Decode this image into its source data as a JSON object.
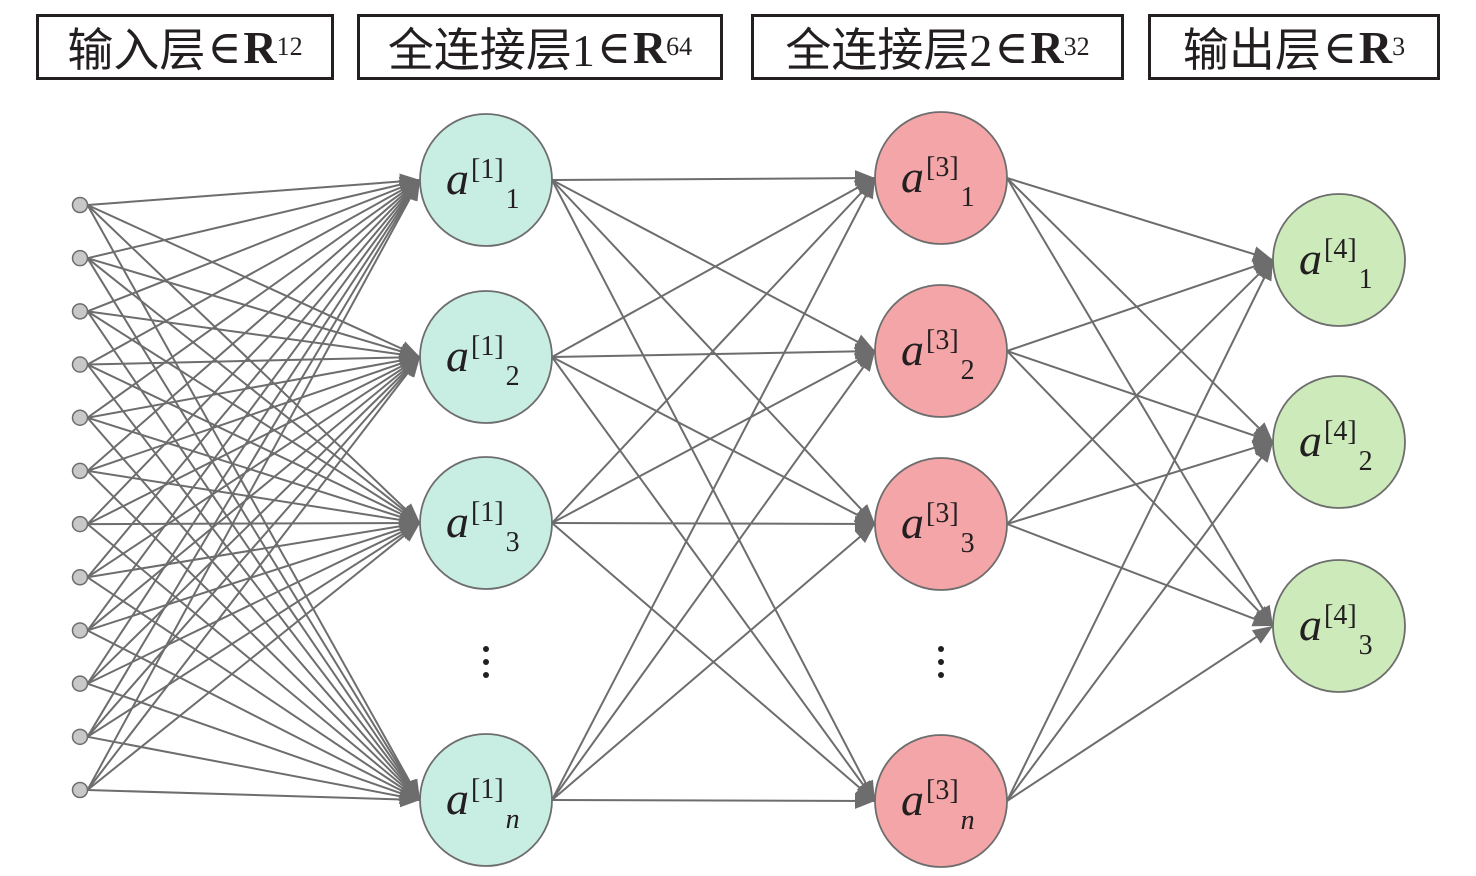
{
  "layers": [
    {
      "id": "input",
      "name": "输入层",
      "symbol": "∈",
      "space": "R",
      "dim": "12"
    },
    {
      "id": "fc1",
      "name": "全连接层1",
      "symbol": "∈",
      "space": "R",
      "dim": "64"
    },
    {
      "id": "fc2",
      "name": "全连接层2",
      "symbol": "∈",
      "space": "R",
      "dim": "32"
    },
    {
      "id": "output",
      "name": "输出层",
      "symbol": "∈",
      "space": "R",
      "dim": "3"
    }
  ],
  "network": {
    "input_node_count": 12,
    "hidden1": {
      "var": "a",
      "layer_index": "1",
      "nodes": [
        "1",
        "2",
        "3",
        "n"
      ],
      "ellipsis_after": 3,
      "color": "#c8ede3"
    },
    "hidden2": {
      "var": "a",
      "layer_index": "3",
      "nodes": [
        "1",
        "2",
        "3",
        "n"
      ],
      "ellipsis_after": 3,
      "color": "#f4a5a8"
    },
    "output": {
      "var": "a",
      "layer_index": "4",
      "nodes": [
        "1",
        "2",
        "3"
      ],
      "color": "#cdeabb"
    },
    "input_node_color": "#c8c8c8",
    "edge_color": "#6d6d6d",
    "node_stroke_color": "#6d6d6d",
    "ellipsis_glyph": "⋮"
  }
}
